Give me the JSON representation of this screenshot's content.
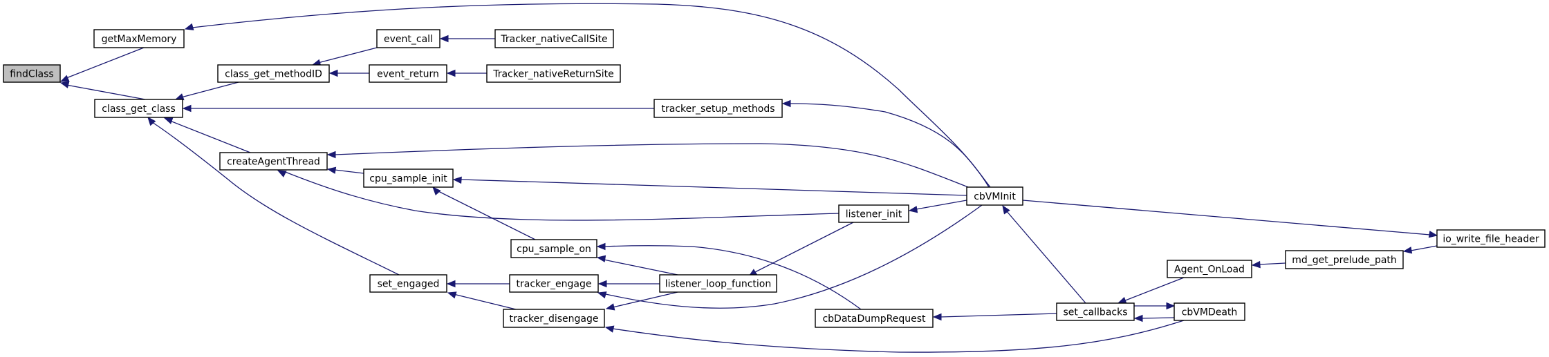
{
  "diagram": {
    "type": "call-graph",
    "colors": {
      "edge": "#191970",
      "root_fill": "#bfbfbf",
      "node_fill": "#ffffff",
      "node_border": "#000000"
    },
    "root": "findClass",
    "nodes": {
      "findClass": "findClass",
      "getMaxMemory": "getMaxMemory",
      "class_get_class": "class_get_class",
      "class_get_methodID": "class_get_methodID",
      "createAgentThread": "createAgentThread",
      "event_call": "event_call",
      "event_return": "event_return",
      "Tracker_nativeCallSite": "Tracker_nativeCallSite",
      "Tracker_nativeReturnSite": "Tracker_nativeReturnSite",
      "tracker_setup_methods": "tracker_setup_methods",
      "cpu_sample_init": "cpu_sample_init",
      "cpu_sample_on": "cpu_sample_on",
      "set_engaged": "set_engaged",
      "tracker_engage": "tracker_engage",
      "tracker_disengage": "tracker_disengage",
      "listener_loop_function": "listener_loop_function",
      "listener_init": "listener_init",
      "cbVMInit": "cbVMInit",
      "cbDataDumpRequest": "cbDataDumpRequest",
      "set_callbacks": "set_callbacks",
      "cbVMDeath": "cbVMDeath",
      "Agent_OnLoad": "Agent_OnLoad",
      "md_get_prelude_path": "md_get_prelude_path",
      "io_write_file_header": "io_write_file_header"
    },
    "edges": [
      [
        "getMaxMemory",
        "findClass"
      ],
      [
        "class_get_class",
        "findClass"
      ],
      [
        "cbVMInit",
        "getMaxMemory"
      ],
      [
        "class_get_methodID",
        "class_get_class"
      ],
      [
        "tracker_setup_methods",
        "class_get_class"
      ],
      [
        "createAgentThread",
        "class_get_class"
      ],
      [
        "set_engaged",
        "class_get_class"
      ],
      [
        "event_call",
        "class_get_methodID"
      ],
      [
        "event_return",
        "class_get_methodID"
      ],
      [
        "Tracker_nativeCallSite",
        "event_call"
      ],
      [
        "Tracker_nativeReturnSite",
        "event_return"
      ],
      [
        "cbVMInit",
        "tracker_setup_methods"
      ],
      [
        "cbVMInit",
        "createAgentThread"
      ],
      [
        "cpu_sample_init",
        "createAgentThread"
      ],
      [
        "listener_init",
        "createAgentThread"
      ],
      [
        "cbVMInit",
        "cpu_sample_init"
      ],
      [
        "cpu_sample_on",
        "cpu_sample_init"
      ],
      [
        "cbDataDumpRequest",
        "cpu_sample_on"
      ],
      [
        "listener_loop_function",
        "cpu_sample_on"
      ],
      [
        "tracker_engage",
        "set_engaged"
      ],
      [
        "tracker_disengage",
        "set_engaged"
      ],
      [
        "listener_loop_function",
        "tracker_engage"
      ],
      [
        "cbVMInit",
        "tracker_engage"
      ],
      [
        "listener_loop_function",
        "tracker_disengage"
      ],
      [
        "cbVMDeath",
        "tracker_disengage"
      ],
      [
        "listener_init",
        "listener_loop_function"
      ],
      [
        "cbVMInit",
        "listener_init"
      ],
      [
        "set_callbacks",
        "cbVMInit"
      ],
      [
        "cbVMInit",
        "io_write_file_header"
      ],
      [
        "set_callbacks",
        "cbDataDumpRequest"
      ],
      [
        "Agent_OnLoad",
        "set_callbacks"
      ],
      [
        "cbVMDeath",
        "set_callbacks"
      ],
      [
        "set_callbacks",
        "cbVMDeath"
      ],
      [
        "md_get_prelude_path",
        "Agent_OnLoad"
      ],
      [
        "io_write_file_header",
        "md_get_prelude_path"
      ]
    ]
  }
}
